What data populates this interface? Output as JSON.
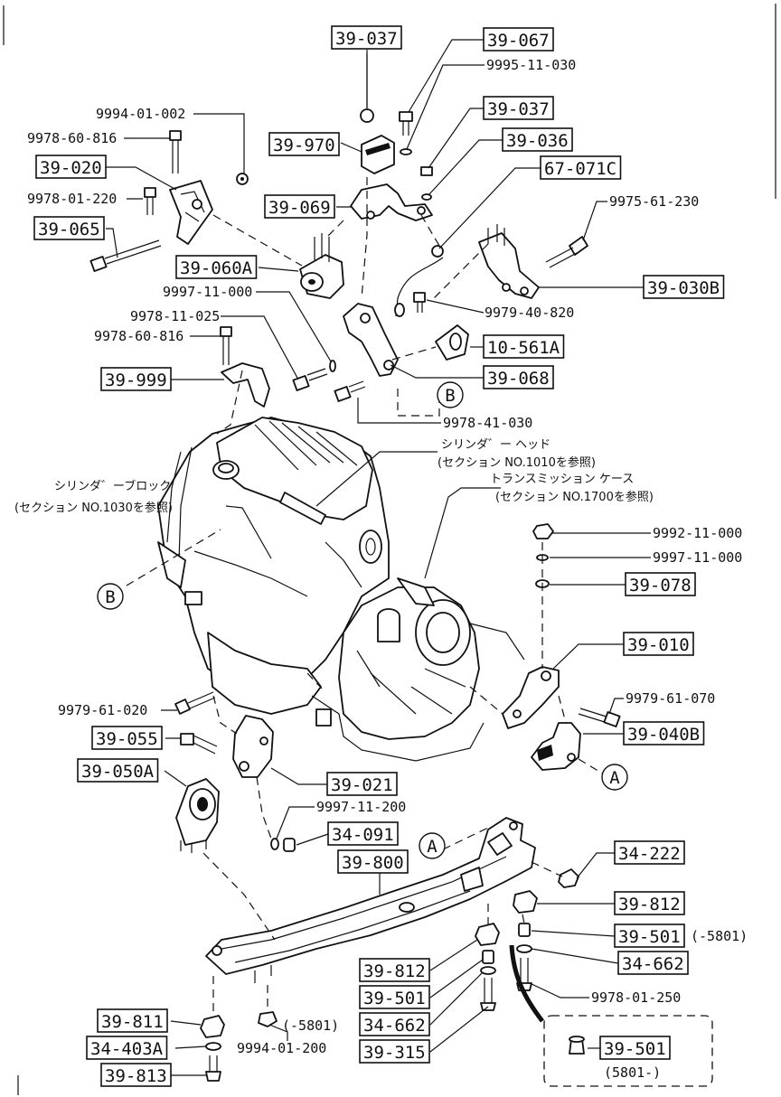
{
  "parts": {
    "p39_037_top": "39-037",
    "p39_067": "39-067",
    "n9995_11_030": "9995-11-030",
    "p39_037_mid": "39-037",
    "p39_036": "39-036",
    "p67_071c": "67-071C",
    "n9975_61_230": "9975-61-230",
    "p39_030b": "39-030B",
    "n9994_01_002": "9994-01-002",
    "n9978_60_816_a": "9978-60-816",
    "p39_020": "39-020",
    "n9978_01_220": "9978-01-220",
    "p39_065": "39-065",
    "p39_970": "39-970",
    "p39_069": "39-069",
    "p39_060a": "39-060A",
    "n9997_11_000_a": "9997-11-000",
    "n9978_11_025": "9978-11-025",
    "n9978_60_816_b": "9978-60-816",
    "p39_999": "39-999",
    "n9979_40_820": "9979-40-820",
    "p10_561a": "10-561A",
    "p39_068": "39-068",
    "n9978_41_030": "9978-41-030",
    "n9992_11_000": "9992-11-000",
    "n9997_11_000_b": "9997-11-000",
    "p39_078": "39-078",
    "p39_010": "39-010",
    "n9979_61_070": "9979-61-070",
    "p39_040b": "39-040B",
    "n9979_61_020": "9979-61-020",
    "p39_055": "39-055",
    "p39_050a": "39-050A",
    "p39_021": "39-021",
    "n9997_11_200": "9997-11-200",
    "p34_091": "34-091",
    "p39_800": "39-800",
    "p34_222": "34-222",
    "p39_812_r": "39-812",
    "p39_501_r": "39-501",
    "n5801_r": "(-5801)",
    "p34_662_r": "34-662",
    "n9978_01_250": "9978-01-250",
    "p39_812_m": "39-812",
    "p39_501_m": "39-501",
    "p34_662_m": "34-662",
    "p39_315": "39-315",
    "p39_811": "39-811",
    "p34_403a": "34-403A",
    "p39_813": "39-813",
    "n9994_01_200": "9994-01-200",
    "n5801_l": "(-5801)",
    "p39_501_inset": "39-501",
    "n5801_inset": "(5801-)"
  },
  "notes": {
    "head_1": "シリンダ゛ー ヘッド",
    "head_2": "(セクション NO.1010を参照)",
    "trans_1": "トランスミッション ケース",
    "trans_2": "(セクション NO.1700を参照)",
    "block_1": "シリンダ゛ーブロック",
    "block_2": "(セクション NO.1030を参照)"
  },
  "markers": {
    "A_right": "A",
    "A_cross": "A",
    "B_right": "B",
    "B_left": "B"
  }
}
